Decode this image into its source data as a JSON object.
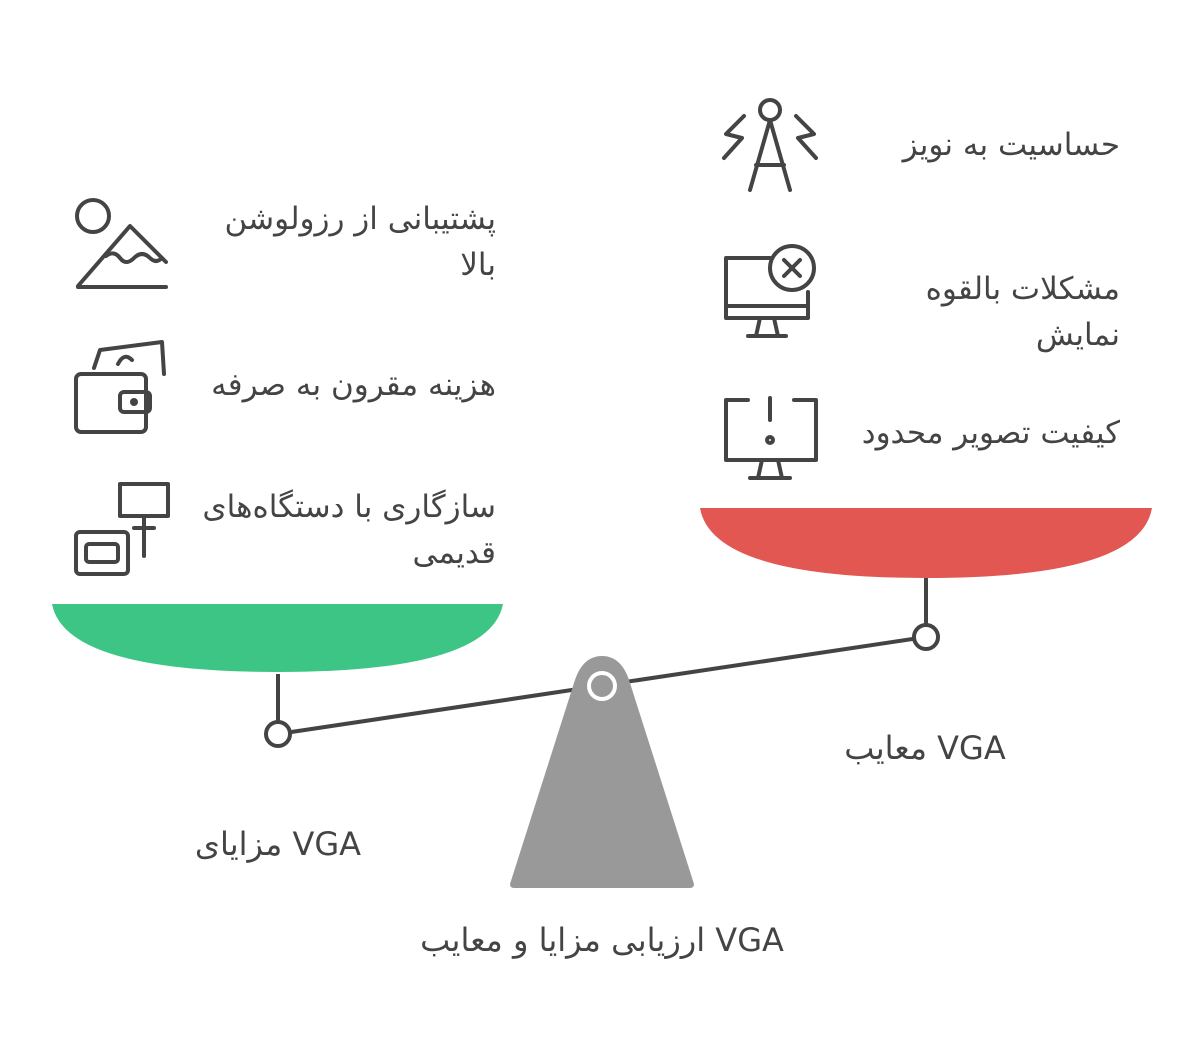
{
  "title": "VGA ارزیابی مزایا و معایب",
  "pros": {
    "label": "VGA مزایای",
    "color": "#3cc585",
    "items": [
      {
        "icon": "mountain-image-icon",
        "text": "پشتیبانی از رزولوشن بالا"
      },
      {
        "icon": "wallet-icon",
        "text": "هزینه مقرون به صرفه"
      },
      {
        "icon": "legacy-device-icon",
        "text": "سازگاری با دستگاه‌های قدیمی"
      }
    ]
  },
  "cons": {
    "label": "VGA معایب",
    "color": "#e25752",
    "items": [
      {
        "icon": "antenna-signal-icon",
        "text": "حساسیت به نویز"
      },
      {
        "icon": "monitor-error-icon",
        "text": "مشکلات بالقوه نمایش"
      },
      {
        "icon": "monitor-warning-icon",
        "text": "کیفیت تصویر محدود"
      }
    ]
  },
  "fulcrum_color": "#999999"
}
